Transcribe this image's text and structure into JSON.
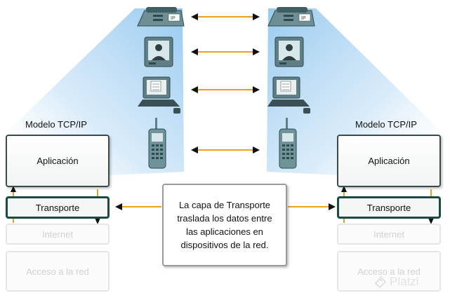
{
  "left_model": {
    "title": "Modelo TCP/IP",
    "layers": {
      "application": "Aplicación",
      "transport": "Transporte",
      "internet": "Internet",
      "network_access": "Acceso a la red"
    }
  },
  "right_model": {
    "title": "Modelo TCP/IP",
    "layers": {
      "application": "Aplicación",
      "transport": "Transporte",
      "internet": "Internet",
      "network_access": "Acceso a la red"
    }
  },
  "callout": {
    "lines": [
      "La capa de Transporte",
      "traslada los datos entre",
      "las aplicaciones en",
      "dispositivos de la red."
    ]
  },
  "devices": [
    "ip-phone",
    "video-monitor",
    "document-computer",
    "mobile-phone"
  ],
  "watermark": "Platzi",
  "colors": {
    "arrow": "#f0a020",
    "transport_border": "#1d4a40",
    "beam": "#9fcdf0"
  }
}
